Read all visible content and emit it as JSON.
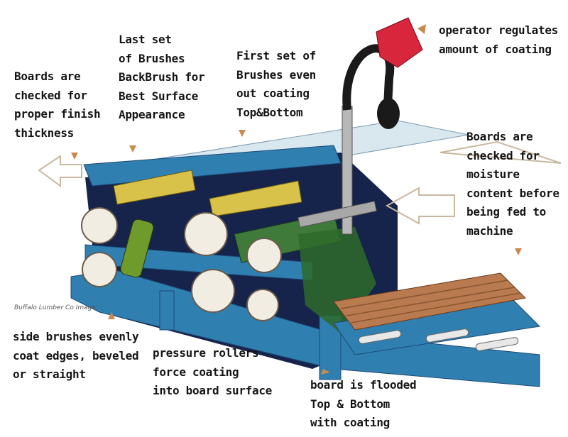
{
  "labels": {
    "finish_thickness": [
      "Boards are",
      "checked for",
      "proper finish",
      "thickness"
    ],
    "last_brushes": [
      "Last set",
      "of Brushes",
      "BackBrush for",
      "Best Surface",
      "Appearance"
    ],
    "first_brushes": [
      "First set of",
      "Brushes even",
      "out coating",
      "Top&Bottom"
    ],
    "operator": [
      "operator regulates",
      "amount of coating"
    ],
    "moisture": [
      "Boards are",
      "checked for",
      "moisture",
      "content before",
      "being fed to",
      "machine"
    ],
    "side_brushes": [
      "side brushes evenly",
      "coat edges, beveled",
      "or straight"
    ],
    "pressure_rollers": [
      "pressure rollers",
      "force coating",
      "into board surface"
    ],
    "flooded": [
      "board is flooded",
      "Top & Bottom",
      "with coating"
    ]
  },
  "watermark": "Buffalo Lumber Co Image",
  "colors": {
    "frame": "#2f7fb0",
    "frame_dark": "#1c4a78",
    "interior": "#16234a",
    "valve": "#d8263c",
    "wood": "#b87a4e",
    "brush_yellow": "#d8c24a",
    "brush_green": "#3f7a3a"
  }
}
